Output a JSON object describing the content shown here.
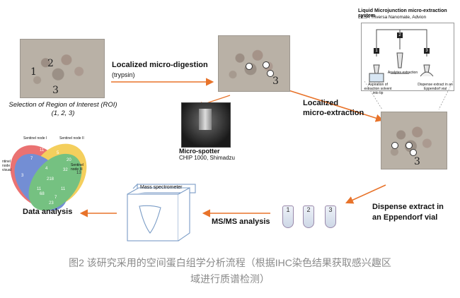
{
  "labels": {
    "selection": "Selection of Region of Interest (ROI)",
    "selection_sub": "(1, 2, 3)",
    "digestion": "Localized  micro-digestion",
    "digestion_sub": "(trypsin)",
    "micro_spotter": "Micro-spotter",
    "micro_spotter_sub": "CHIP 1000, Shimadzu",
    "extraction_line1": "Localized",
    "extraction_line2": "micro-extraction",
    "lesa_title": "Liquid Microjunction micro-extraction system",
    "lesa_sub": "LESA Triversa Nanomate, Advion",
    "lesa_step1": "Aspiration of extraction solvent into tip",
    "lesa_step2": "Analytes extraction",
    "lesa_step3": "Dispense extract in an Eppendorf vial",
    "dispense_line1": "Dispense extract in",
    "dispense_line2": "an Eppendorf vial",
    "msms": "MS/MS analysis",
    "mass_spec": "Mass spectrometer",
    "data_analysis": "Data analysis"
  },
  "roi_numbers": [
    "1",
    "2",
    "3"
  ],
  "tubes": [
    "1",
    "2",
    "3"
  ],
  "lesa_steps_num": [
    "1",
    "2",
    "3"
  ],
  "venn": {
    "sets": [
      "Sentinel node I",
      "Sentinel node II",
      "Sentinel node III",
      "ntinel node visual"
    ],
    "values": [
      "11",
      "5",
      "13",
      "20",
      "4",
      "32",
      "7",
      "218",
      "11",
      "11",
      "68",
      "7",
      "23",
      "3"
    ]
  },
  "caption": {
    "line1": "图2 该研究采用的空间蛋白组学分析流程（根据IHC染色结果获取感兴趣区",
    "line2": "域进行质谱检测）"
  },
  "colors": {
    "arrow": "#e8732a",
    "blue_arrow": "#9eb8d8"
  }
}
